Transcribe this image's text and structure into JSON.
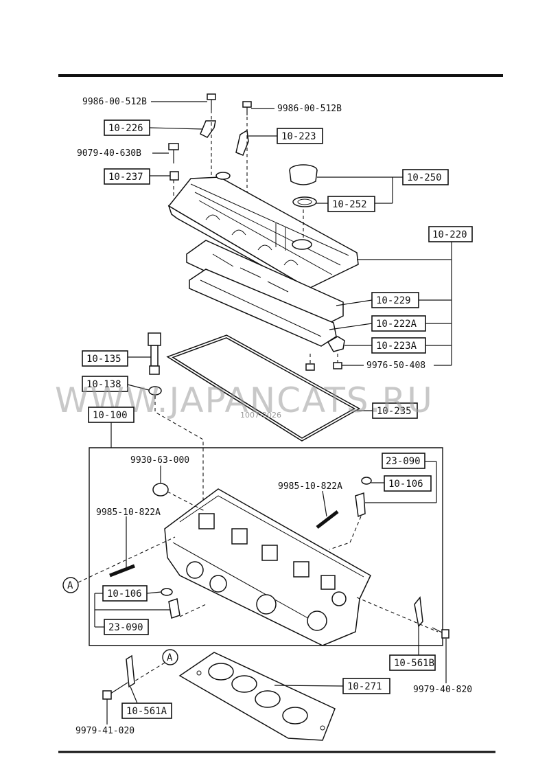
{
  "watermark": {
    "text": "WWW.JAPANCATS.RU",
    "code": "1007-2026"
  },
  "callout_letter": "A",
  "labels": {
    "p_9986_a": "9986-00-512B",
    "p_9986_b": "9986-00-512B",
    "p_9079": "9079-40-630B",
    "p_9976": "9976-50-408",
    "p_9930": "9930-63-000",
    "p_9985_a": "9985-10-822A",
    "p_9985_b": "9985-10-822A",
    "p_9979_820": "9979-40-820",
    "p_9979_020": "9979-41-020"
  },
  "boxes": {
    "b_10_226": "10-226",
    "b_10_223": "10-223",
    "b_10_237": "10-237",
    "b_10_250": "10-250",
    "b_10_252": "10-252",
    "b_10_220": "10-220",
    "b_10_229": "10-229",
    "b_10_222a": "10-222A",
    "b_10_223a": "10-223A",
    "b_10_135": "10-135",
    "b_10_138": "10-138",
    "b_10_235": "10-235",
    "b_10_100": "10-100",
    "b_23_090_top": "23-090",
    "b_10_106_top": "10-106",
    "b_10_106_left": "10-106",
    "b_23_090_left": "23-090",
    "b_10_561b": "10-561B",
    "b_10_271": "10-271",
    "b_10_561a": "10-561A"
  }
}
